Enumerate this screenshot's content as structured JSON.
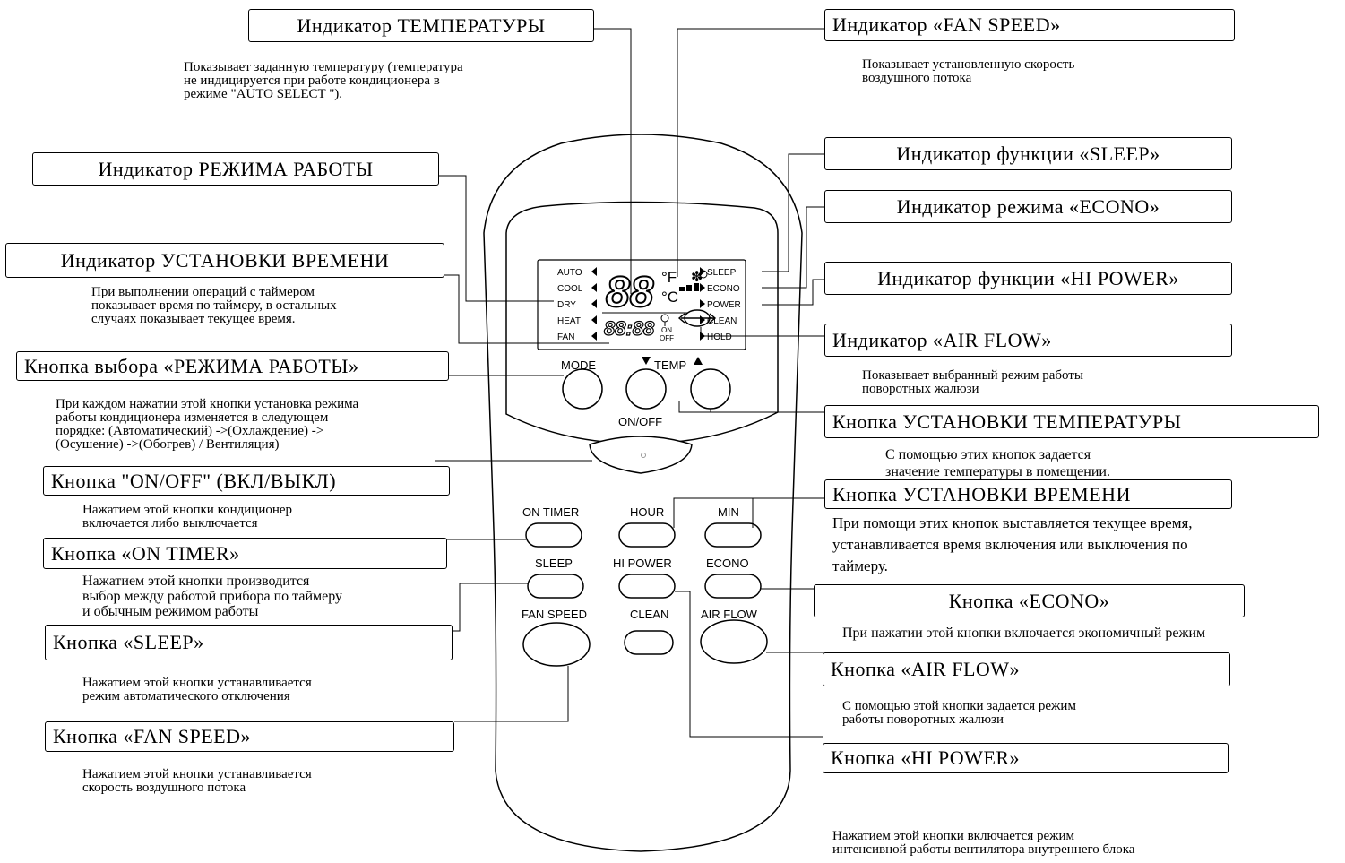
{
  "callouts": {
    "temp_ind": {
      "title": "Индикатор ТЕМПЕРАТУРЫ",
      "desc": "Показывает заданную температуру (температура\nне индицируется при работе кондиционера в\nрежиме \"AUTO SELECT \")."
    },
    "fan_speed_ind": {
      "title": "Индикатор «FAN SPEED»",
      "desc": "Показывает установленную скорость\nвоздушного потока"
    },
    "mode_ind": {
      "title": "Индикатор РЕЖИМА РАБОТЫ"
    },
    "sleep_ind": {
      "title": "Индикатор функции «SLEEP»"
    },
    "econo_ind": {
      "title": "Индикатор режима «ECONO»"
    },
    "time_ind": {
      "title": "Индикатор УСТАНОВКИ ВРЕМЕНИ",
      "desc": "При выполнении операций с таймером\nпоказывает время по таймеру, в остальных\nслучаях показывает текущее время."
    },
    "hipower_ind": {
      "title": "Индикатор функции «HI POWER»"
    },
    "airflow_ind": {
      "title": "Индикатор «AIR FLOW»",
      "desc": "Показывает выбранный режим работы\nповоротных жалюзи"
    },
    "mode_btn": {
      "title": "Кнопка выбора «РЕЖИМА РАБОТЫ»",
      "desc": "При каждом нажатии этой кнопки установка режима\nработы кондиционера изменяется в следующем\nпорядке: (Автоматический) ->(Охлаждение) ->\n(Осушение) ->(Обогрев) / Вентиляция)"
    },
    "temp_btn": {
      "title": "Кнопка УСТАНОВКИ ТЕМПЕРАТУРЫ",
      "desc": "С помощью этих кнопок задается\nзначение температуры в помещении."
    },
    "onoff_btn": {
      "title": "Кнопка \"ON/OFF\" (ВКЛ/ВЫКЛ)",
      "desc": "Нажатием этой кнопки кондиционер\nвключается либо выключается"
    },
    "time_btn": {
      "title": "Кнопка УСТАНОВКИ ВРЕМЕНИ",
      "desc": "При помощи этих кнопок выставляется текущее время,\nустанавливается время включения или выключения по\nтаймеру."
    },
    "ontimer_btn": {
      "title": "Кнопка «ON TIMER»",
      "desc": "Нажатием этой кнопки производится\nвыбор между работой прибора по таймеру\nи обычным режимом работы"
    },
    "econo_btn": {
      "title": "Кнопка «ECONO»",
      "desc": "При нажатии этой кнопки включается экономичный режим"
    },
    "sleep_btn": {
      "title": "Кнопка «SLEEP»",
      "desc": "Нажатием этой кнопки устанавливается\nрежим автоматического отключения"
    },
    "airflow_btn": {
      "title": "Кнопка «AIR FLOW»",
      "desc": "С помощью этой кнопки задается режим\nработы поворотных жалюзи"
    },
    "fanspeed_btn": {
      "title": "Кнопка «FAN SPEED»",
      "desc": "Нажатием этой кнопки устанавливается\nскорость воздушного потока"
    },
    "hipower_btn": {
      "title": "Кнопка «HI POWER»",
      "desc": "Нажатием этой кнопки включается режим\nинтенсивной работы вентилятора внутреннего блока"
    }
  },
  "remote": {
    "display": {
      "modes": [
        "AUTO",
        "COOL",
        "DRY",
        "HEAT",
        "FAN"
      ],
      "functions": [
        "SLEEP",
        "ECONO",
        "POWER",
        "CLEAN",
        "HOLD"
      ],
      "temp_digits": "88",
      "temp_unit_f": "°F",
      "temp_unit_c": "°C",
      "time_digits": "88:88",
      "timer_on": "ON",
      "timer_off": "OFF"
    },
    "buttons": {
      "mode": "MODE",
      "temp": "TEMP",
      "onoff": "ON/OFF",
      "on_timer": "ON TIMER",
      "hour": "HOUR",
      "min": "MIN",
      "sleep": "SLEEP",
      "hi_power": "HI POWER",
      "econo": "ECONO",
      "fan_speed": "FAN SPEED",
      "clean": "CLEAN",
      "air_flow": "AIR FLOW"
    }
  }
}
